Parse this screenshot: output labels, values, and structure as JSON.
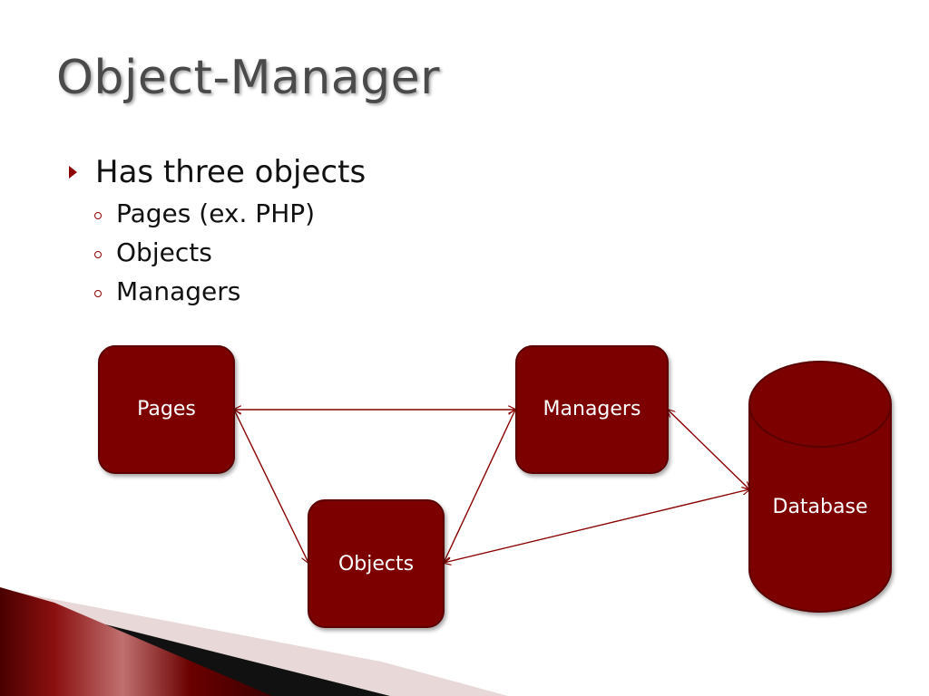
{
  "slide": {
    "title": "Object-Manager"
  },
  "bullets": {
    "main": "Has three objects",
    "sub": [
      "Pages (ex. PHP)",
      "Objects",
      "Managers"
    ]
  },
  "diagram": {
    "nodes": {
      "pages": "Pages",
      "managers": "Managers",
      "objects": "Objects",
      "database": "Database"
    }
  },
  "colors": {
    "node_fill": "#7b0000",
    "node_border": "#5a0000",
    "connector": "#8b0000",
    "bullet_accent": "#8b0000",
    "title": "#4a4a4a"
  }
}
